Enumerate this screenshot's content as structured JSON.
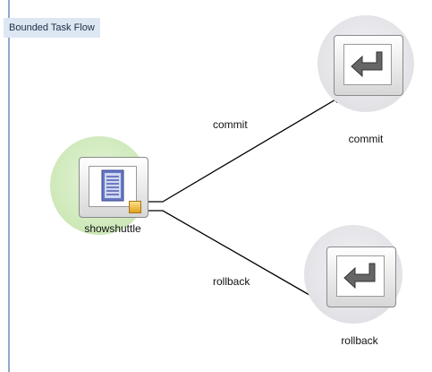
{
  "diagram": {
    "title": "Bounded Task Flow",
    "nodes": [
      {
        "id": "showshuttle",
        "label": "showshuttle",
        "kind": "view-activity",
        "icon": "document-page-icon",
        "badge": "default-activity-icon",
        "halo": "green"
      },
      {
        "id": "commit",
        "label": "commit",
        "kind": "task-flow-return",
        "icon": "return-arrow-icon",
        "halo": "gray"
      },
      {
        "id": "rollback",
        "label": "rollback",
        "kind": "task-flow-return",
        "icon": "return-arrow-icon",
        "halo": "gray"
      }
    ],
    "edges": [
      {
        "from": "showshuttle",
        "to": "commit",
        "label": "commit"
      },
      {
        "from": "showshuttle",
        "to": "rollback",
        "label": "rollback"
      }
    ]
  },
  "colors": {
    "green_halo": "#d2ebbf",
    "gray_halo": "#e6e6ea",
    "edge": "#000000",
    "header_bg": "#dde7f4",
    "border": "#8fa9c9",
    "doc_icon": "#5a6bb8"
  }
}
